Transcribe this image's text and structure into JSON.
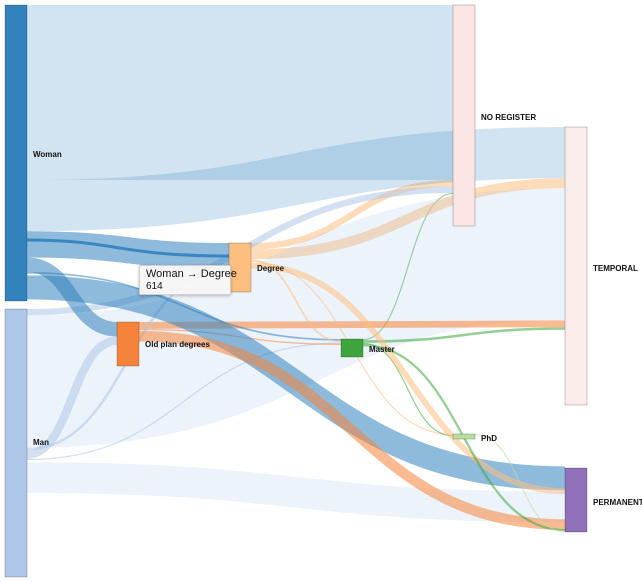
{
  "chart_data": {
    "type": "sankey",
    "nodes": [
      {
        "id": "woman",
        "label": "Woman",
        "color": "#3182bd",
        "column": 0
      },
      {
        "id": "man",
        "label": "Man",
        "color": "#aec7e8",
        "column": 0
      },
      {
        "id": "degree",
        "label": "Degree",
        "color": "#fdbf7f",
        "column": 1
      },
      {
        "id": "old",
        "label": "Old plan degrees",
        "color": "#f5843a",
        "column": 1
      },
      {
        "id": "master",
        "label": "Master",
        "color": "#3ca53c",
        "column": 2
      },
      {
        "id": "phd",
        "label": "PhD",
        "color": "#b8dfa0",
        "column": 2
      },
      {
        "id": "noreg",
        "label": "NO REGISTER",
        "color": "#fbe4e4",
        "column": 3
      },
      {
        "id": "temporal",
        "label": "TEMPORAL",
        "color": "#fbecec",
        "column": 3
      },
      {
        "id": "permanent",
        "label": "PERMANENT",
        "color": "#9070b8",
        "column": 3
      }
    ],
    "links": [
      {
        "source": "woman",
        "target": "noreg",
        "value": 4100
      },
      {
        "source": "woman",
        "target": "temporal",
        "value": 1200
      },
      {
        "source": "woman",
        "target": "degree",
        "value": 614
      },
      {
        "source": "woman",
        "target": "old",
        "value": 340
      },
      {
        "source": "woman",
        "target": "master",
        "value": 40
      },
      {
        "source": "woman",
        "target": "permanent",
        "value": 640
      },
      {
        "source": "man",
        "target": "noreg",
        "value": 150
      },
      {
        "source": "man",
        "target": "temporal",
        "value": 3100
      },
      {
        "source": "man",
        "target": "old",
        "value": 200
      },
      {
        "source": "man",
        "target": "degree",
        "value": 60
      },
      {
        "source": "man",
        "target": "master",
        "value": 30
      },
      {
        "source": "man",
        "target": "permanent",
        "value": 820
      },
      {
        "source": "degree",
        "target": "noreg",
        "value": 150
      },
      {
        "source": "degree",
        "target": "temporal",
        "value": 230
      },
      {
        "source": "degree",
        "target": "master",
        "value": 40
      },
      {
        "source": "degree",
        "target": "permanent",
        "value": 160
      },
      {
        "source": "degree",
        "target": "phd",
        "value": 25
      },
      {
        "source": "old",
        "target": "temporal",
        "value": 160
      },
      {
        "source": "old",
        "target": "master",
        "value": 30
      },
      {
        "source": "old",
        "target": "permanent",
        "value": 280
      },
      {
        "source": "master",
        "target": "noreg",
        "value": 15
      },
      {
        "source": "master",
        "target": "temporal",
        "value": 60
      },
      {
        "source": "master",
        "target": "permanent",
        "value": 60
      },
      {
        "source": "master",
        "target": "phd",
        "value": 10
      },
      {
        "source": "phd",
        "target": "permanent",
        "value": 30
      }
    ]
  },
  "tooltip": {
    "title": "Woman → Degree",
    "value": "614"
  }
}
